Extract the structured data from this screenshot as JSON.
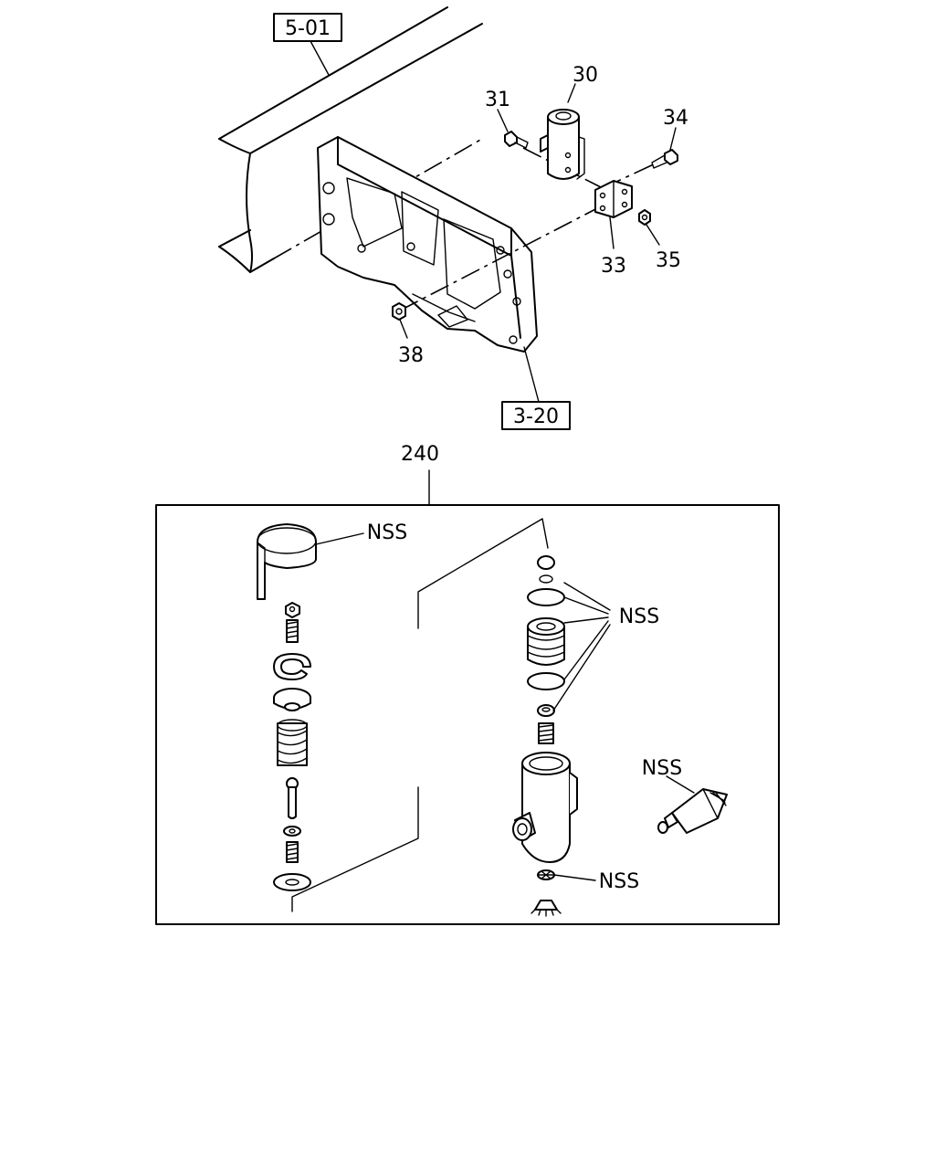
{
  "refs": {
    "top": "5-01",
    "bottom": "3-20"
  },
  "part_numbers": {
    "p30": "30",
    "p31": "31",
    "p33": "33",
    "p34": "34",
    "p35": "35",
    "p38": "38",
    "p240": "240"
  },
  "nss_labels": {
    "seal_tape": "NSS",
    "seal_kit": "NSS",
    "grease_tube": "NSS",
    "filter": "NSS"
  }
}
